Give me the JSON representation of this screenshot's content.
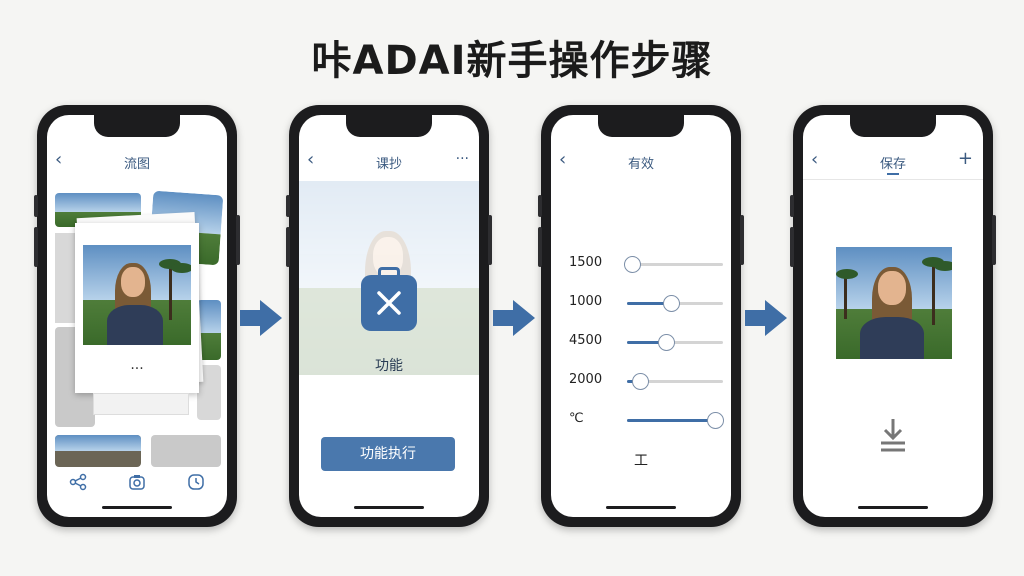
{
  "title": "咔ADAI新手操作步骤",
  "phones": [
    {
      "nav_title": "流图",
      "bottom_dots": "···",
      "toolbar": [
        "share-icon",
        "camera-icon",
        "clock-icon"
      ]
    },
    {
      "nav_title": "课抄",
      "nav_more": "···",
      "feature_label": "功能",
      "button_label": "功能执行"
    },
    {
      "nav_title": "有效",
      "sliders": [
        {
          "label": "1500",
          "value": 0.05
        },
        {
          "label": "1000",
          "value": 0.46
        },
        {
          "label": "4500",
          "value": 0.41
        },
        {
          "label": "2000",
          "value": 0.14
        },
        {
          "label": "℃",
          "value": 0.92
        }
      ],
      "bottom_glyph": "工"
    },
    {
      "nav_title": "保存",
      "nav_action": "+"
    }
  ],
  "colors": {
    "accent": "#3f6ea6",
    "arrow": "#3f6ea6",
    "phone": "#1c1c1e"
  }
}
